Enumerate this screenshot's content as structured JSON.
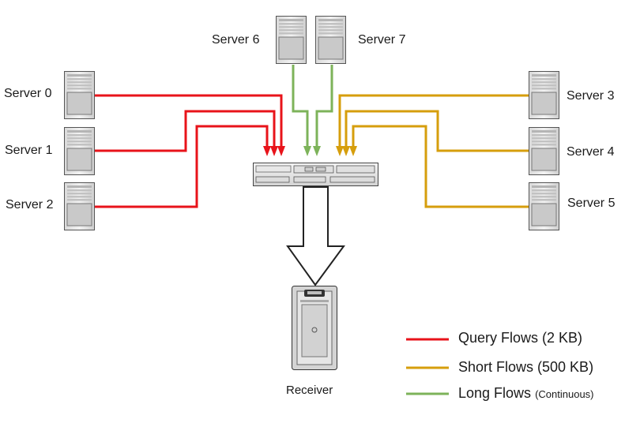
{
  "servers": [
    {
      "id": "server-0",
      "label": "Server 0"
    },
    {
      "id": "server-1",
      "label": "Server 1"
    },
    {
      "id": "server-2",
      "label": "Server 2"
    },
    {
      "id": "server-3",
      "label": "Server 3"
    },
    {
      "id": "server-4",
      "label": "Server 4"
    },
    {
      "id": "server-5",
      "label": "Server 5"
    },
    {
      "id": "server-6",
      "label": "Server 6"
    },
    {
      "id": "server-7",
      "label": "Server 7"
    }
  ],
  "receiver": {
    "label": "Receiver"
  },
  "legend": {
    "query": {
      "label": "Query Flows (2 KB)",
      "color": "#e8131a"
    },
    "short": {
      "label": "Short Flows (500 KB)",
      "color": "#d69e0c"
    },
    "long": {
      "label": "Long Flows",
      "detail": "(Continuous)",
      "color": "#7db35a"
    }
  },
  "icons": {
    "server": "tower-server-icon",
    "switch": "network-switch-icon",
    "receiver": "receiver-server-icon",
    "arrow": "down-arrow-icon"
  }
}
